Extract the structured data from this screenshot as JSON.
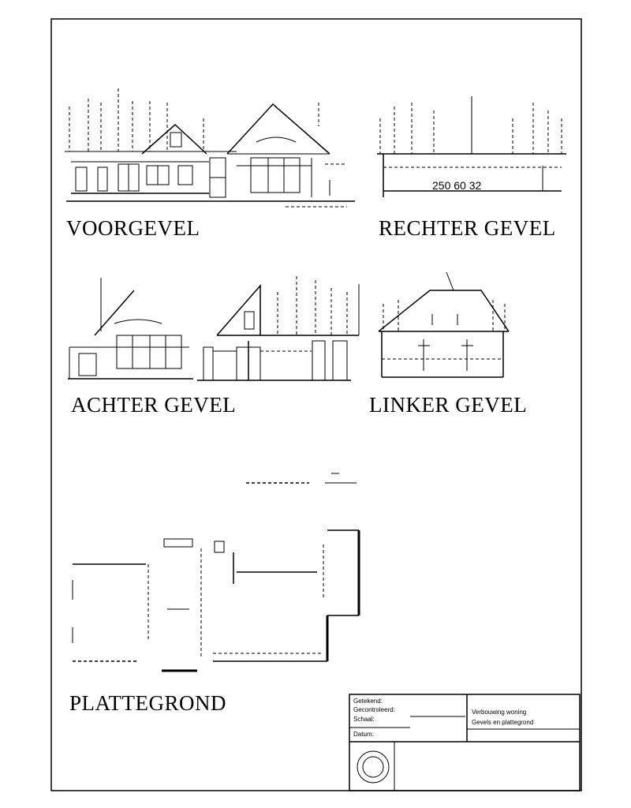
{
  "drawing": {
    "views": {
      "front": "VOORGEVEL",
      "right": "RECHTER GEVEL",
      "rear": "ACHTER GEVEL",
      "left": "LINKER GEVEL",
      "plan": "PLATTEGROND"
    },
    "dimension_text": "250 60 32",
    "title_block": {
      "line1": "Verbouwing woning",
      "line2": "Gevels en plattegrond",
      "left_lines": [
        "Getekend:",
        "Gecontroleerd:",
        "Schaal:",
        "Datum:"
      ]
    }
  }
}
